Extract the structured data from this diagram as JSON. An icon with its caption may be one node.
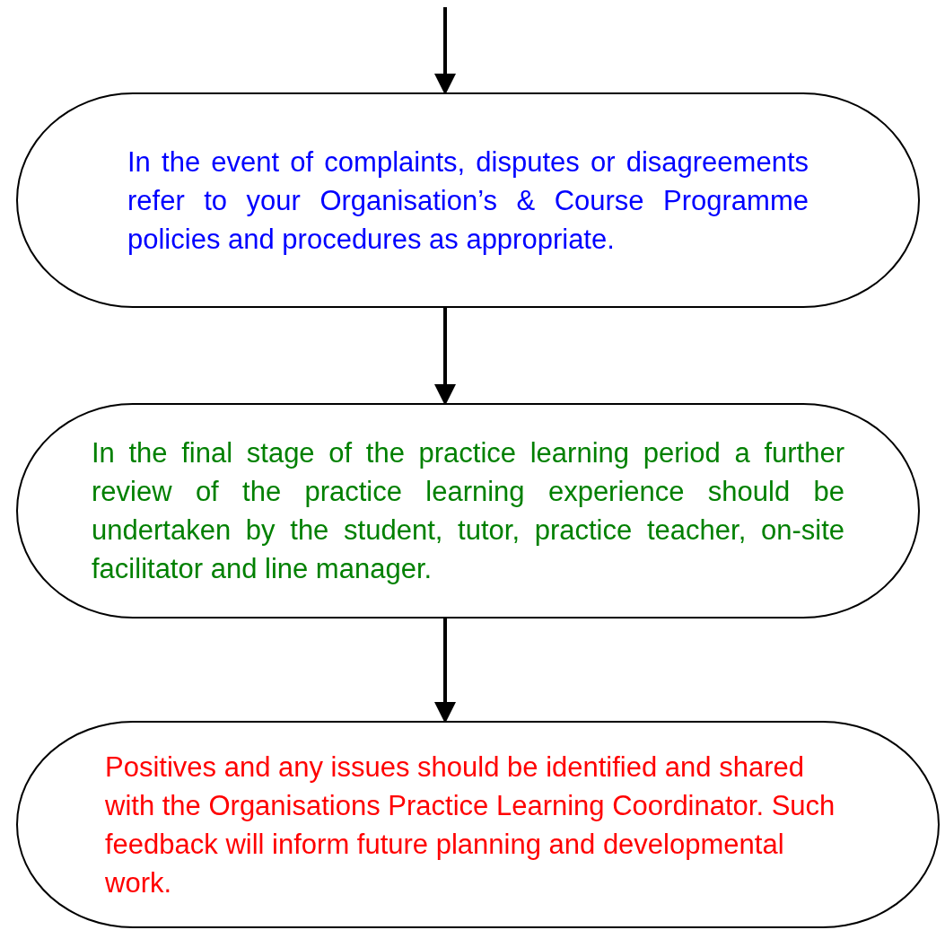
{
  "diagram": {
    "nodes": [
      {
        "text": [
          "In the event of complaints, disputes or disagreements refer to your Organisation’s & Course Programme policies and procedures as appropriate."
        ]
      },
      {
        "text": [
          "In the final stage of the practice learning period a further review of the practice learning experience should be undertaken by the student, tutor, practice teacher, on-site facilitator and line manager."
        ]
      },
      {
        "text": [
          "Positives and any issues should be identified and shared with the Organisations Practice Learning Coordinator. Such feedback will inform future planning and developmental work."
        ]
      }
    ],
    "edges": [
      {
        "from": null,
        "to": 0,
        "arrow": "to"
      },
      {
        "from": 0,
        "to": 1,
        "arrow": "to"
      },
      {
        "from": 1,
        "to": 2,
        "arrow": "to"
      }
    ]
  }
}
